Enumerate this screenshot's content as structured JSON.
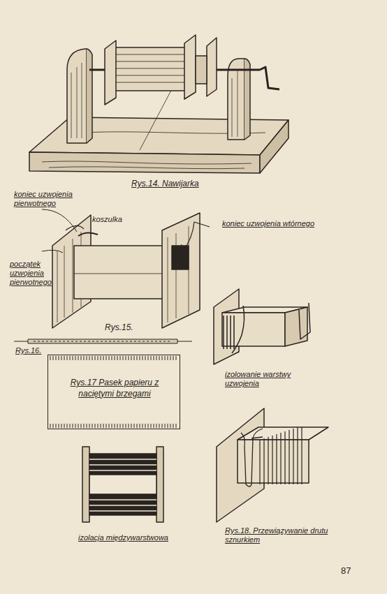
{
  "diagram": {
    "nodes": [
      {
        "text": [
          "Rys.17 Pasek papieru z naciętymi brzegami"
        ]
      }
    ],
    "labels": [
      "Rys.14. Nawijarka",
      "koniec uzwojenia pierwotnego",
      "koszulka",
      "koniec uzwojenia wtórnego",
      "początek uzwojenia pierwotnego",
      "Rys.15.",
      "Rys.16.",
      "izolowanie warstwy uzwojenia",
      "izolacja międzywarstwowa",
      "Rys.18. Przewiązywanie drutu sznurkiem",
      "87"
    ]
  }
}
